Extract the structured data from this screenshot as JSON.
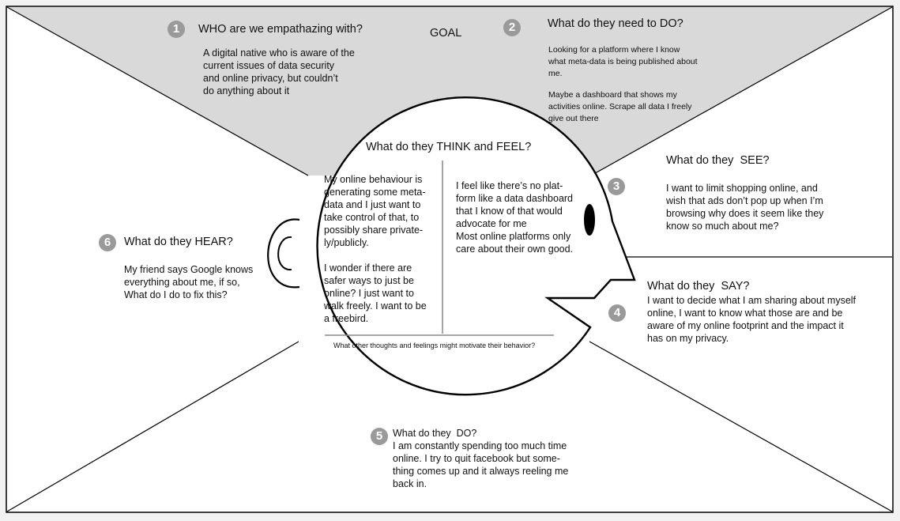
{
  "center": {
    "title": "What do they THINK and FEEL?",
    "left_text_1": [
      "My online behaviour is",
      "generating some meta-",
      "data and I just want to",
      "take control of that, to",
      "possibly share private-",
      "ly/publicly."
    ],
    "left_text_2": [
      "I wonder if there are",
      "safer ways to just be",
      "online? I just want to",
      "walk freely. I want to be",
      "a freebird."
    ],
    "right_text": [
      "I feel like there’s no plat-",
      "form like a data dashboard",
      "that I know of that would",
      "advocate for me",
      "Most online platforms only",
      "care about their own good."
    ],
    "footer": "What other thoughts and feelings might motivate their behavior?"
  },
  "goal_label": "GOAL",
  "sections": {
    "who": {
      "number": "1",
      "title": "WHO are we empathazing with?",
      "lines": [
        "A digital native who is aware of the",
        "current issues of data security",
        "and online privacy, but couldn’t",
        "do anything about it"
      ]
    },
    "do_need": {
      "number": "2",
      "title": "What do they need to DO?",
      "lines_a": [
        "Looking for a platform where I know",
        "what meta-data is being published about",
        "me."
      ],
      "lines_b": [
        "Maybe a dashboard that shows my",
        "activities online. Scrape all data I freely",
        "give out there"
      ]
    },
    "see": {
      "number": "3",
      "title": "What do they  SEE?",
      "lines": [
        "I want to limit shopping online, and",
        "wish that ads don’t pop up when I’m",
        "browsing why does it seem like they",
        "know so much about me?"
      ]
    },
    "say": {
      "number": "4",
      "title": "What do they  SAY?",
      "lines": [
        "I want to decide what I am sharing about myself",
        "online, I want to know what those are and be",
        "aware of my online footprint and the impact it",
        "has on my privacy."
      ]
    },
    "do": {
      "number": "5",
      "title": "What do they  DO?",
      "lines": [
        "I am constantly spending too much time",
        "online. I try to quit facebook but some-",
        "thing comes up and it always reeling me",
        "back in."
      ]
    },
    "hear": {
      "number": "6",
      "title": "What do they HEAR?",
      "lines": [
        "My friend says Google knows",
        "everything about me, if so,",
        "What do I do to fix this?"
      ]
    }
  },
  "colors": {
    "goal_fill": "#d9d9d9",
    "line": "#000000",
    "number_badge": "#9a9a9a"
  }
}
